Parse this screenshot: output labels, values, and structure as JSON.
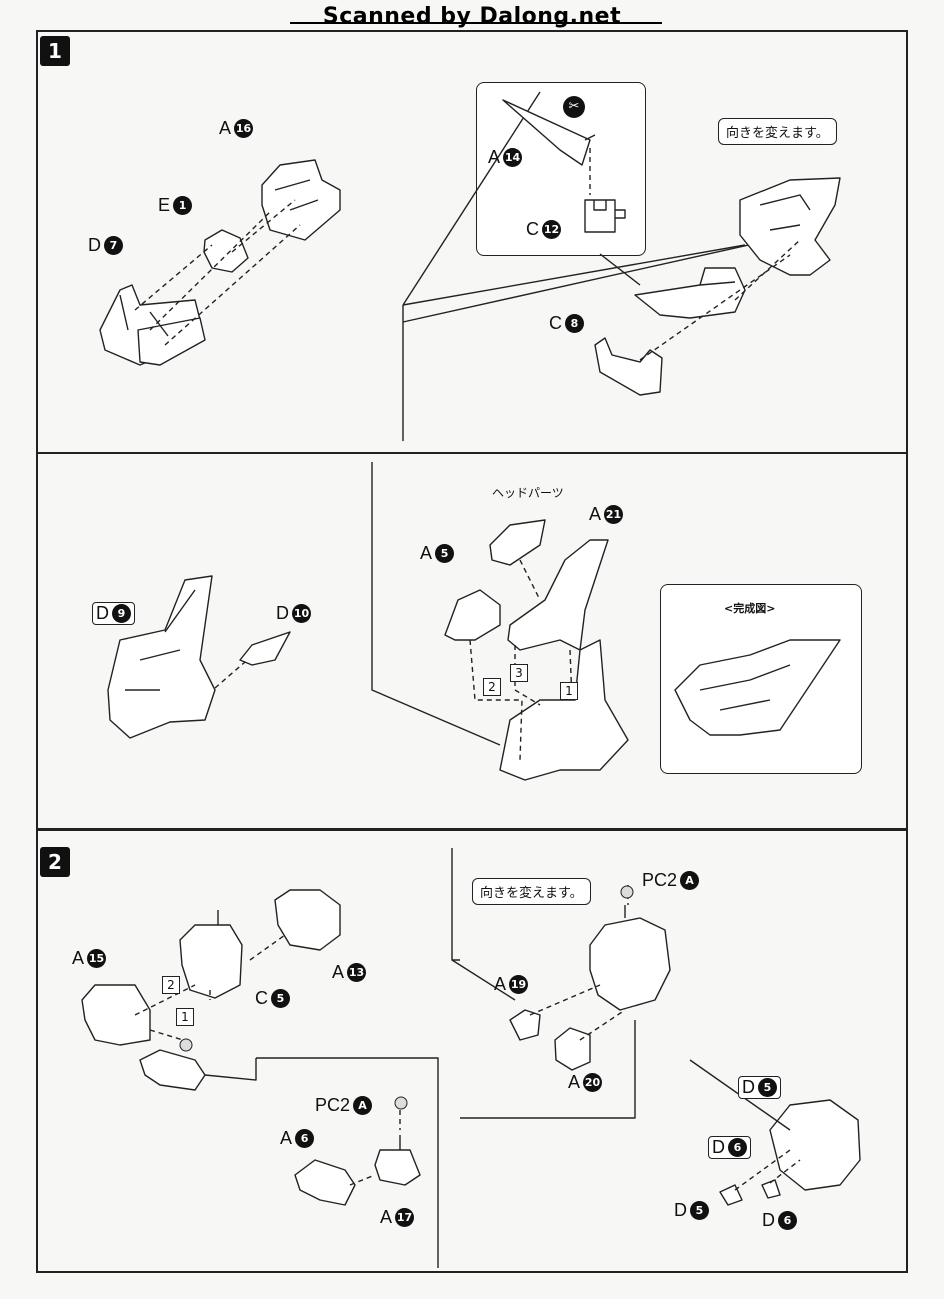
{
  "header": {
    "watermark": "Scanned by Dalong.net"
  },
  "steps": [
    {
      "number": "1"
    },
    {
      "number": "2"
    }
  ],
  "notes": {
    "turn_around": "向きを変えます。",
    "head_parts": "ヘッドパーツ",
    "completed_view": "<完成図>"
  },
  "labels": {
    "a16": {
      "letter": "A",
      "num": "16"
    },
    "e1": {
      "letter": "E",
      "num": "1"
    },
    "d7": {
      "letter": "D",
      "num": "7"
    },
    "a14": {
      "letter": "A",
      "num": "14"
    },
    "c12": {
      "letter": "C",
      "num": "12"
    },
    "c8": {
      "letter": "C",
      "num": "8"
    },
    "d9": {
      "letter": "D",
      "num": "9"
    },
    "d10": {
      "letter": "D",
      "num": "10"
    },
    "a5": {
      "letter": "A",
      "num": "5"
    },
    "a21": {
      "letter": "A",
      "num": "21"
    },
    "a15": {
      "letter": "A",
      "num": "15"
    },
    "c5": {
      "letter": "C",
      "num": "5"
    },
    "a13": {
      "letter": "A",
      "num": "13"
    },
    "pc2a_1": {
      "letter": "PC2",
      "num": "A"
    },
    "a6": {
      "letter": "A",
      "num": "6"
    },
    "a17": {
      "letter": "A",
      "num": "17"
    },
    "pc2a_2": {
      "letter": "PC2",
      "num": "A"
    },
    "a19": {
      "letter": "A",
      "num": "19"
    },
    "a20": {
      "letter": "A",
      "num": "20"
    },
    "d5_box": {
      "letter": "D",
      "num": "5"
    },
    "d6_box": {
      "letter": "D",
      "num": "6"
    },
    "d5": {
      "letter": "D",
      "num": "5"
    },
    "d6": {
      "letter": "D",
      "num": "6"
    }
  },
  "order_marks": {
    "head_1": "1",
    "head_2": "2",
    "head_3": "3",
    "body_1": "1",
    "body_2": "2"
  },
  "icons": {
    "instruction_mark": "sprue-cutting-icon"
  }
}
